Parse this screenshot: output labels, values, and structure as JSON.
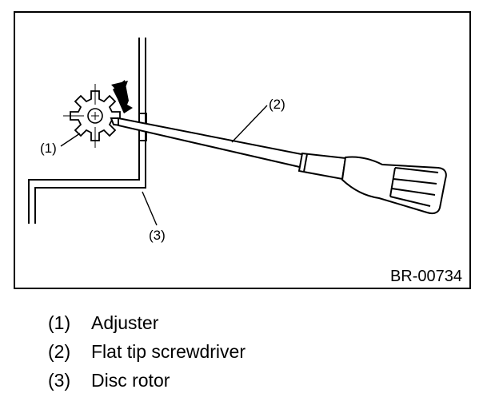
{
  "figure": {
    "code": "BR-00734",
    "callouts": [
      {
        "num": "(1)"
      },
      {
        "num": "(2)"
      },
      {
        "num": "(3)"
      }
    ]
  },
  "legend": {
    "items": [
      {
        "num": "(1)",
        "label": "Adjuster"
      },
      {
        "num": "(2)",
        "label": "Flat tip screwdriver"
      },
      {
        "num": "(3)",
        "label": "Disc rotor"
      }
    ]
  },
  "colors": {
    "ink": "#000000",
    "paper": "#ffffff"
  }
}
